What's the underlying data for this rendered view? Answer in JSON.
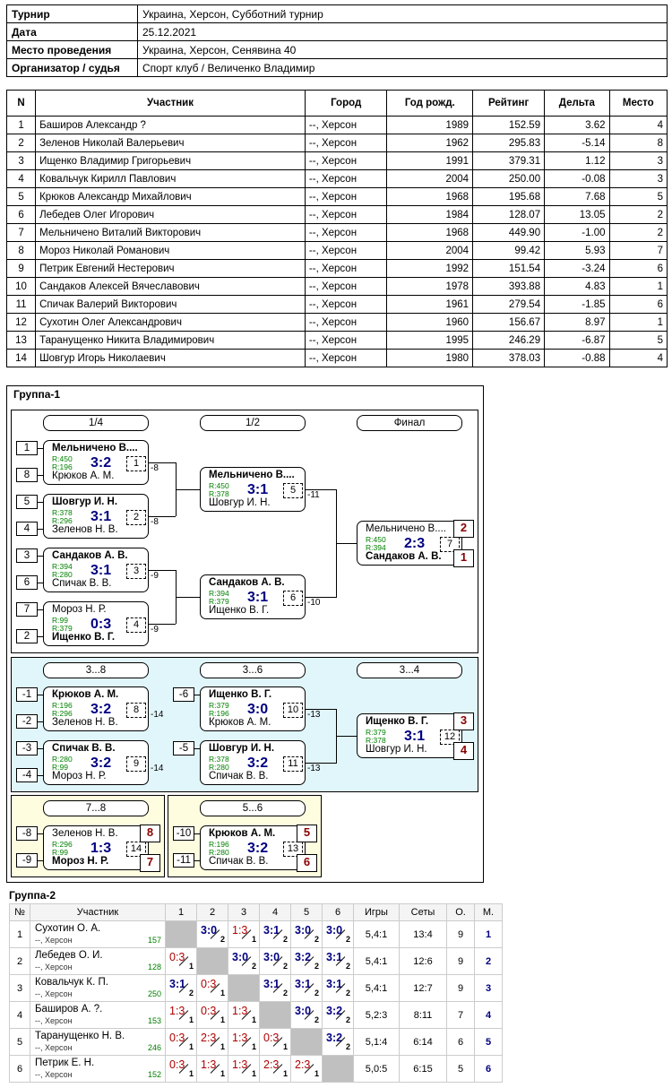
{
  "info": [
    {
      "label": "Турнир",
      "value": "Украина, Херсон, Субботний турнир"
    },
    {
      "label": "Дата",
      "value": "25.12.2021"
    },
    {
      "label": "Место проведения",
      "value": "Украина, Херсон, Сенявина 40"
    },
    {
      "label": "Организатор / судья",
      "value": "Спорт клуб / Величенко Владимир"
    }
  ],
  "participants": {
    "headers": [
      "N",
      "Участник",
      "Город",
      "Год рожд.",
      "Рейтинг",
      "Дельта",
      "Место"
    ],
    "rows": [
      [
        "1",
        "Баширов Александр ?",
        "--, Херсон",
        "1989",
        "152.59",
        "3.62",
        "4"
      ],
      [
        "2",
        "Зеленов Николай Валерьевич",
        "--, Херсон",
        "1962",
        "295.83",
        "-5.14",
        "8"
      ],
      [
        "3",
        "Ищенко Владимир Григорьевич",
        "--, Херсон",
        "1991",
        "379.31",
        "1.12",
        "3"
      ],
      [
        "4",
        "Ковальчук Кирилл Павлович",
        "--, Херсон",
        "2004",
        "250.00",
        "-0.08",
        "3"
      ],
      [
        "5",
        "Крюков Александр Михайлович",
        "--, Херсон",
        "1968",
        "195.68",
        "7.68",
        "5"
      ],
      [
        "6",
        "Лебедев Олег Игорович",
        "--, Херсон",
        "1984",
        "128.07",
        "13.05",
        "2"
      ],
      [
        "7",
        "Мельничено Виталий Викторович",
        "--, Херсон",
        "1968",
        "449.90",
        "-1.00",
        "2"
      ],
      [
        "8",
        "Мороз Николай Романович",
        "--, Херсон",
        "2004",
        "99.42",
        "5.93",
        "7"
      ],
      [
        "9",
        "Петрик Евгений Нестерович",
        "--, Херсон",
        "1992",
        "151.54",
        "-3.24",
        "6"
      ],
      [
        "10",
        "Сандаков Алексей Вячеславович",
        "--, Херсон",
        "1978",
        "393.88",
        "4.83",
        "1"
      ],
      [
        "11",
        "Спичак Валерий Викторович",
        "--, Херсон",
        "1961",
        "279.54",
        "-1.85",
        "6"
      ],
      [
        "12",
        "Сухотин Олег Александрович",
        "--, Херсон",
        "1960",
        "156.67",
        "8.97",
        "1"
      ],
      [
        "13",
        "Таранущенко Никита Владимирович",
        "--, Херсон",
        "1995",
        "246.29",
        "-6.87",
        "5"
      ],
      [
        "14",
        "Шовгур Игорь Николаевич",
        "--, Херсон",
        "1980",
        "378.03",
        "-0.88",
        "4"
      ]
    ]
  },
  "group1": {
    "title": "Группа-1",
    "round_heads": [
      "1/4",
      "1/2",
      "Финал",
      "3...8",
      "3...6",
      "3...4",
      "7...8",
      "5...6"
    ],
    "seeds": [
      "1",
      "8",
      "5",
      "4",
      "3",
      "6",
      "7",
      "2",
      "-1",
      "-2",
      "-3",
      "-4",
      "-6",
      "-5",
      "-8",
      "-9",
      "-10",
      "-11"
    ],
    "matches": [
      {
        "p1": "Мельничено В....",
        "r1": "R:450",
        "p2": "Крюков А. М.",
        "r2": "R:196",
        "score": "3:2",
        "num": "1",
        "win": 1,
        "out": "-8"
      },
      {
        "p1": "Шовгур И. Н.",
        "r1": "R:378",
        "p2": "Зеленов Н. В.",
        "r2": "R:296",
        "score": "3:1",
        "num": "2",
        "win": 1,
        "out": "-8"
      },
      {
        "p1": "Сандаков А. В.",
        "r1": "R:394",
        "p2": "Спичак В. В.",
        "r2": "R:280",
        "score": "3:1",
        "num": "3",
        "win": 1,
        "out": "-9"
      },
      {
        "p1": "Мороз Н. Р.",
        "r1": "R:99",
        "p2": "Ищенко В. Г.",
        "r2": "R:379",
        "score": "0:3",
        "num": "4",
        "win": 2,
        "out": "-9"
      },
      {
        "p1": "Мельничено В....",
        "r1": "R:450",
        "p2": "Шовгур И. Н.",
        "r2": "R:378",
        "score": "3:1",
        "num": "5",
        "win": 1,
        "out": "-11"
      },
      {
        "p1": "Сандаков А. В.",
        "r1": "R:394",
        "p2": "Ищенко В. Г.",
        "r2": "R:379",
        "score": "3:1",
        "num": "6",
        "win": 1,
        "out": "-10"
      },
      {
        "p1": "Мельничено В....",
        "r1": "R:450",
        "p2": "Сандаков А. В.",
        "r2": "R:394",
        "score": "2:3",
        "num": "7",
        "win": 2,
        "rk1": "2",
        "rk2": "1"
      },
      {
        "p1": "Крюков А. М.",
        "r1": "R:196",
        "p2": "Зеленов Н. В.",
        "r2": "R:296",
        "score": "3:2",
        "num": "8",
        "win": 1,
        "out": "-14"
      },
      {
        "p1": "Спичак В. В.",
        "r1": "R:280",
        "p2": "Мороз Н. Р.",
        "r2": "R:99",
        "score": "3:2",
        "num": "9",
        "win": 1,
        "out": "-14"
      },
      {
        "p1": "Ищенко В. Г.",
        "r1": "R:379",
        "p2": "Крюков А. М.",
        "r2": "R:196",
        "score": "3:0",
        "num": "10",
        "win": 1,
        "out": "-13"
      },
      {
        "p1": "Шовгур И. Н.",
        "r1": "R:378",
        "p2": "Спичак В. В.",
        "r2": "R:280",
        "score": "3:2",
        "num": "11",
        "win": 1,
        "out": "-13"
      },
      {
        "p1": "Ищенко В. Г.",
        "r1": "R:379",
        "p2": "Шовгур И. Н.",
        "r2": "R:378",
        "score": "3:1",
        "num": "12",
        "win": 1,
        "rk1": "3",
        "rk2": "4"
      },
      {
        "p1": "Зеленов Н. В.",
        "r1": "R:296",
        "p2": "Мороз Н. Р.",
        "r2": "R:99",
        "score": "1:3",
        "num": "14",
        "win": 2,
        "rk1": "8",
        "rk2": "7"
      },
      {
        "p1": "Крюков А. М.",
        "r1": "R:196",
        "p2": "Спичак В. В.",
        "r2": "R:280",
        "score": "3:2",
        "num": "13",
        "win": 1,
        "rk1": "5",
        "rk2": "6"
      }
    ]
  },
  "group2": {
    "title": "Группа-2",
    "headers": [
      "№",
      "Участник",
      "1",
      "2",
      "3",
      "4",
      "5",
      "6",
      "Игры",
      "Сеты",
      "О.",
      "М."
    ],
    "rows": [
      {
        "n": "1",
        "name": "Сухотин О. А.",
        "city": "--, Херсон",
        "rating": "157",
        "cells": [
          null,
          [
            "3:0",
            "2"
          ],
          [
            "1:3",
            "1"
          ],
          [
            "3:1",
            "2"
          ],
          [
            "3:0",
            "2"
          ],
          [
            "3:0",
            "2"
          ]
        ],
        "games": "5,4:1",
        "sets": "13:4",
        "pts": "9",
        "place": "1"
      },
      {
        "n": "2",
        "name": "Лебедев О. И.",
        "city": "--, Херсон",
        "rating": "128",
        "cells": [
          [
            "0:3",
            "1"
          ],
          null,
          [
            "3:0",
            "2"
          ],
          [
            "3:0",
            "2"
          ],
          [
            "3:2",
            "2"
          ],
          [
            "3:1",
            "2"
          ]
        ],
        "games": "5,4:1",
        "sets": "12:6",
        "pts": "9",
        "place": "2"
      },
      {
        "n": "3",
        "name": "Ковальчук К. П.",
        "city": "--, Херсон",
        "rating": "250",
        "cells": [
          [
            "3:1",
            "2"
          ],
          [
            "0:3",
            "1"
          ],
          null,
          [
            "3:1",
            "2"
          ],
          [
            "3:1",
            "2"
          ],
          [
            "3:1",
            "2"
          ]
        ],
        "games": "5,4:1",
        "sets": "12:7",
        "pts": "9",
        "place": "3"
      },
      {
        "n": "4",
        "name": "Баширов А. ?.",
        "city": "--, Херсон",
        "rating": "153",
        "cells": [
          [
            "1:3",
            "1"
          ],
          [
            "0:3",
            "1"
          ],
          [
            "1:3",
            "1"
          ],
          null,
          [
            "3:0",
            "2"
          ],
          [
            "3:2",
            "2"
          ]
        ],
        "games": "5,2:3",
        "sets": "8:11",
        "pts": "7",
        "place": "4"
      },
      {
        "n": "5",
        "name": "Таранущенко Н. В.",
        "city": "--, Херсон",
        "rating": "246",
        "cells": [
          [
            "0:3",
            "1"
          ],
          [
            "2:3",
            "1"
          ],
          [
            "1:3",
            "1"
          ],
          [
            "0:3",
            "1"
          ],
          null,
          [
            "3:2",
            "2"
          ]
        ],
        "games": "5,1:4",
        "sets": "6:14",
        "pts": "6",
        "place": "5"
      },
      {
        "n": "6",
        "name": "Петрик Е. Н.",
        "city": "--, Херсон",
        "rating": "152",
        "cells": [
          [
            "0:3",
            "1"
          ],
          [
            "1:3",
            "1"
          ],
          [
            "1:3",
            "1"
          ],
          [
            "2:3",
            "1"
          ],
          [
            "2:3",
            "1"
          ],
          null
        ],
        "games": "5,0:5",
        "sets": "6:15",
        "pts": "5",
        "place": "6"
      }
    ]
  }
}
